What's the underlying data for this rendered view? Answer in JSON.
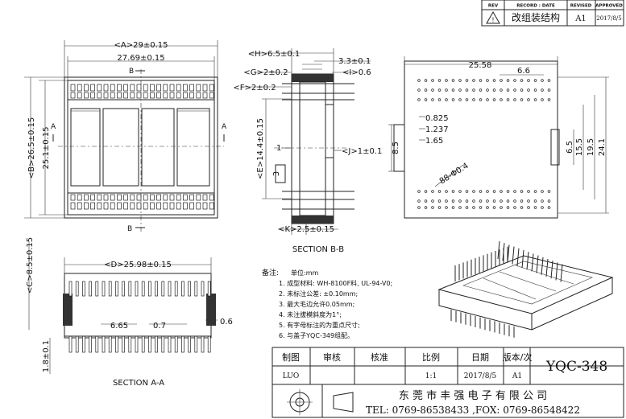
{
  "revision_block": {
    "headers": [
      "REV",
      "RECORD : DATE",
      "REVISED",
      "APPROVED"
    ],
    "row": {
      "desc": "改组装结构",
      "revised": "A1",
      "approved": "2017/8/5"
    }
  },
  "top_view": {
    "dim_a": "<A>29±0.15",
    "dim_inner": "27.69±0.15",
    "dim_b": "<B>26.5±0.15",
    "dim_25": "25.1±0.15",
    "label_b": "B",
    "label_a": "A"
  },
  "section_bb": {
    "dim_h": "<H>6.5±0.1",
    "dim_33": "3.3±0.1",
    "dim_g": "<G>2±0.2",
    "dim_i": "<I>0.6",
    "dim_f": "<F>2±0.2",
    "dim_e": "<E>14.4±0.15",
    "dim_1": "1",
    "dim_j": "<J>1±0.1",
    "dim_3": "3",
    "dim_k": "<K>2.5±0.15",
    "title": "SECTION  B-B"
  },
  "bottom_view": {
    "dim_2558": "25.58",
    "dim_66": "6.6",
    "dim_0825": "0.825",
    "dim_1237": "1.237",
    "dim_165": "1.65",
    "dim_85": "8.5",
    "dim_65": "6.5",
    "dim_155": "15.5",
    "dim_195": "19.5",
    "dim_241": "24.1",
    "dim_hole": "88-Φ0.4"
  },
  "section_aa": {
    "dim_d": "<D>25.98±0.15",
    "dim_c": "<C>8.5±0.15",
    "dim_665": "6.65",
    "dim_07": "0.7",
    "dim_06": "0.6",
    "dim_18": "1.8±0.1",
    "title": "SECTION  A-A"
  },
  "notes": {
    "label": "备注:",
    "items": [
      "单位:mm",
      "1. 成型材料: WH-8100F料, UL-94-V0;",
      "2. 未标注公差: ±0.10mm;",
      "3. 最大毛边允许0.05mm;",
      "4. 未注拔模斜度为1°;",
      "5. 有字母标注的为重点尺寸;",
      "6. 与盖子YQC-349组配。"
    ]
  },
  "title_block": {
    "headers": [
      "制图",
      "审核",
      "核准",
      "比例",
      "日期",
      "版本/次"
    ],
    "values": [
      "LUO",
      "",
      "",
      "1:1",
      "2017/8/5",
      "A1"
    ],
    "part_no": "YQC-348",
    "company": "东 莞 市 丰 强 电 子 有 限 公 司",
    "contact": "TEL: 0769-86538433 ,FOX: 0769-86548422"
  }
}
